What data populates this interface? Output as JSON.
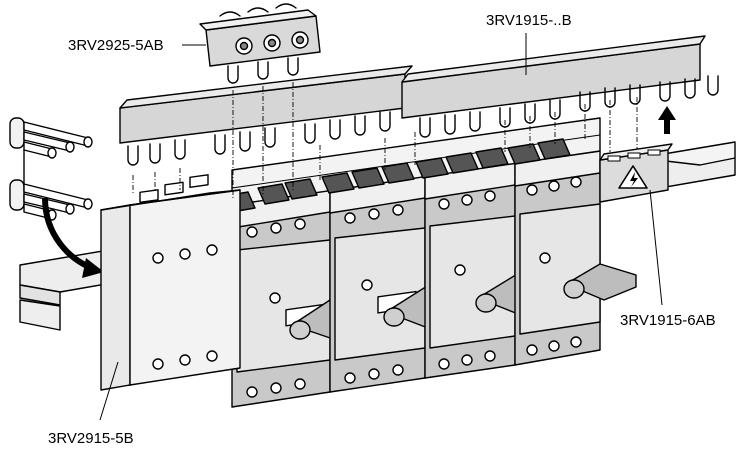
{
  "labels": {
    "terminal_block": "3RV2925-5AB",
    "busbar": "3RV1915-..B",
    "cover": "3RV1915-6AB",
    "infeed": "3RV2915-5B"
  },
  "icons": {
    "warning_symbol": "high-voltage-warning-icon",
    "direction_arrow": "up-arrow-icon"
  },
  "colors": {
    "line": "#000000",
    "housing": "#e6e6e6",
    "housing_light": "#f0f0f0",
    "housing_shade": "#c9c9c9",
    "busbar": "#d6d6d6",
    "knob": "#bdbdbd"
  }
}
